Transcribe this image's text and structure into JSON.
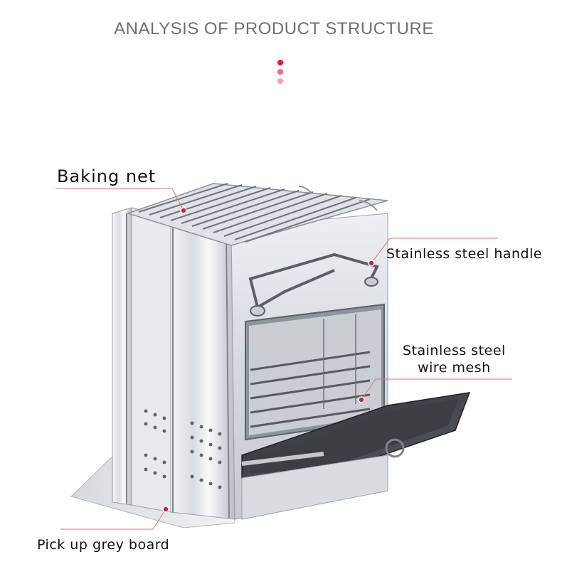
{
  "header": {
    "title": "ANALYSIS OF PRODUCT STRUCTURE"
  },
  "decor": {
    "dot_colors": [
      "#e0192e",
      "#ee6d78",
      "#f4a6ae"
    ]
  },
  "callouts": {
    "baking_net": "Baking net",
    "handle": "Stainless steel handle",
    "mesh_line1": "Stainless steel",
    "mesh_line2": "wire mesh",
    "board": "Pick up grey board"
  },
  "colors": {
    "accent": "#e0192e",
    "leader_line": "#d9747d",
    "steel_light": "#e9ecef",
    "steel_mid": "#b9bfc6",
    "steel_dark": "#4a4f55"
  }
}
